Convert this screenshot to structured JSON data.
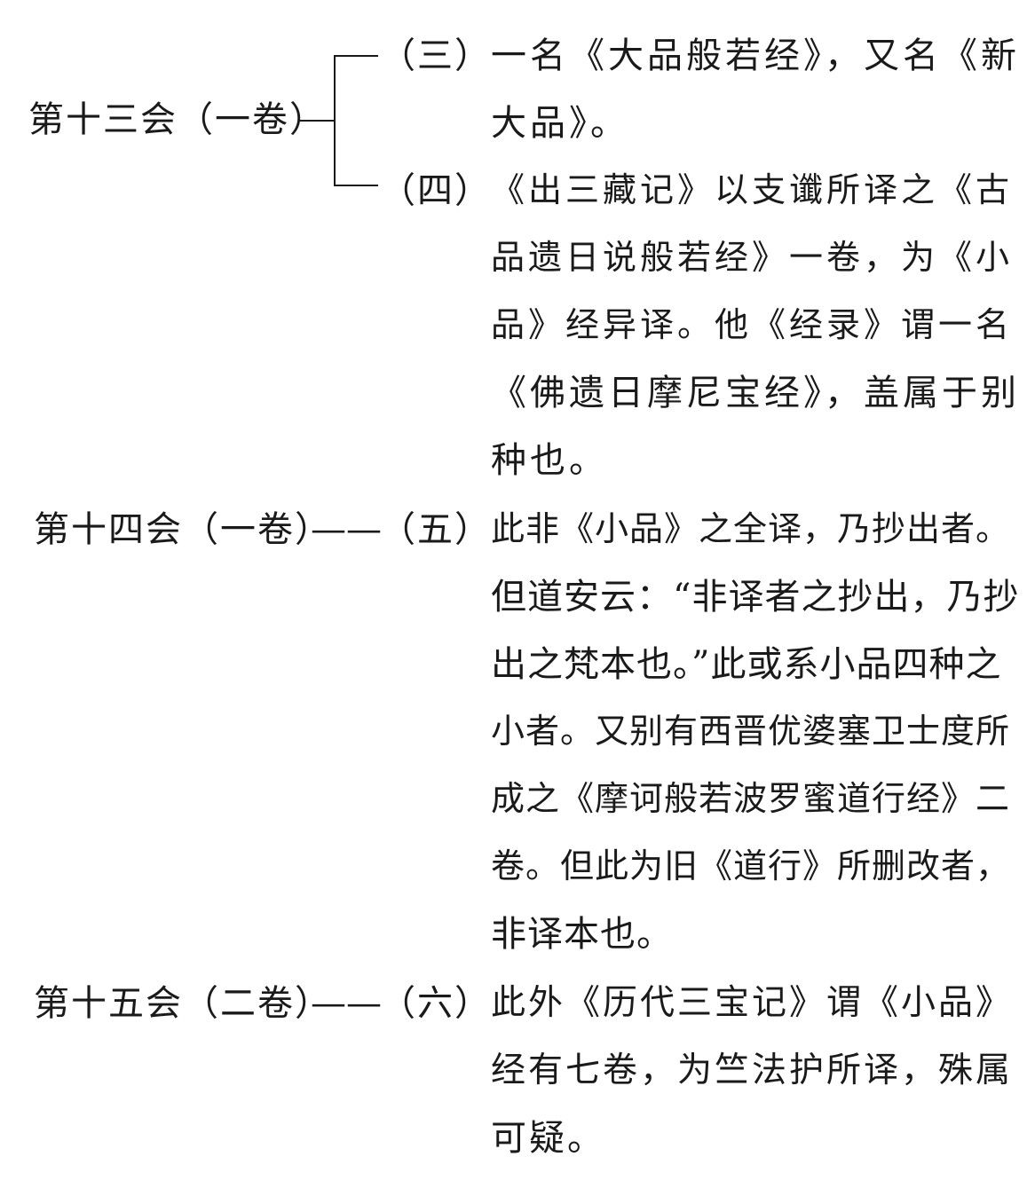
{
  "section_13": {
    "label": "第十三会（一卷）",
    "branches": [
      {
        "marker": "（三）",
        "lines": [
          "一名《大品般若经》，又名《新",
          "大品》。"
        ]
      },
      {
        "marker": "（四）",
        "lines": [
          "《出三藏记》以支谶所译之《古",
          "品遗日说般若经》一卷，为《小",
          "品》经异译。他《经录》谓一名",
          "《佛遗日摩尼宝经》，盖属于别",
          "种也。"
        ]
      }
    ]
  },
  "section_14": {
    "label": "第十四会（一卷）",
    "connector": "——",
    "marker": "（五）",
    "lines": [
      "此非《小品》之全译，乃抄出者。",
      "但道安云：“非译者之抄出，乃抄",
      "出之梵本也。”此或系小品四种之",
      "小者。又别有西晋优婆塞卫士度所",
      "成之《摩诃般若波罗蜜道行经》二",
      "卷。但此为旧《道行》所删改者，",
      "非译本也。"
    ]
  },
  "section_15": {
    "label": "第十五会（二卷）",
    "connector": "——",
    "marker": "（六）",
    "lines": [
      "此外《历代三宝记》谓《小品》",
      "经有七卷，为竺法护所译，殊属",
      "可疑。"
    ]
  }
}
